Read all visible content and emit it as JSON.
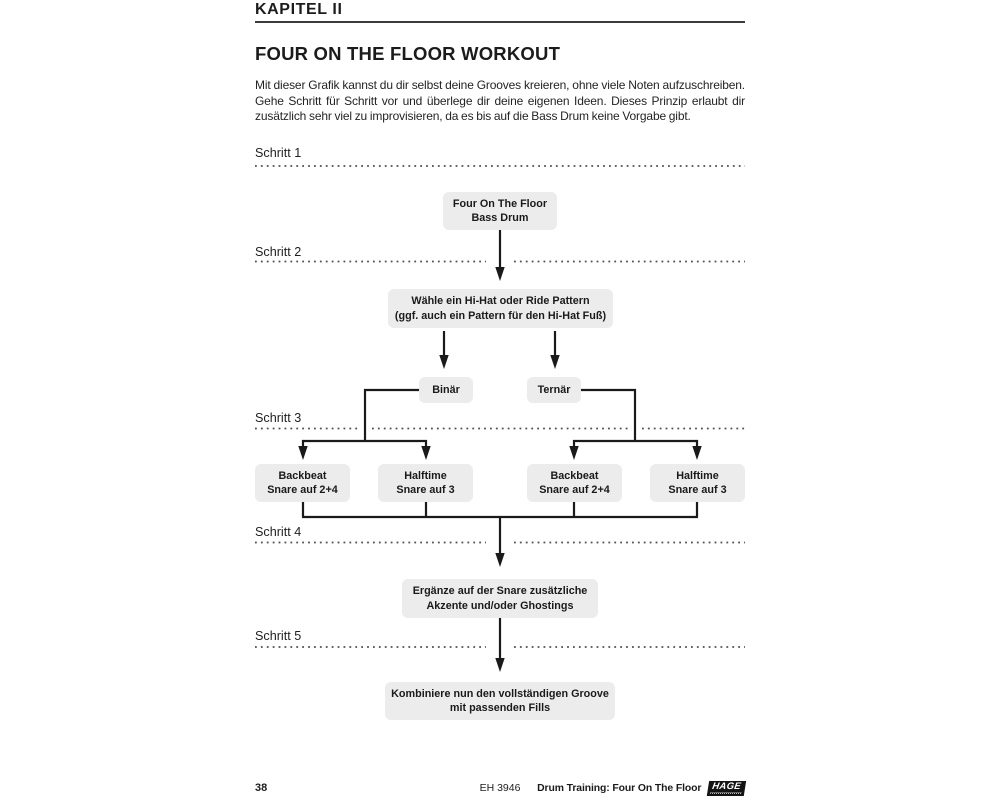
{
  "page": {
    "kicker": "KAPITEL II",
    "title": "FOUR ON THE FLOOR WORKOUT",
    "intro": "Mit dieser Grafik kannst du dir selbst deine Grooves kreieren, ohne viele Noten aufzuschreiben. Gehe Schritt für Schritt vor und überlege dir deine eigenen Ideen. Dieses Prinzip erlaubt dir zusätzlich sehr viel zu improvisieren, da es bis auf die Bass Drum keine Vorgabe gibt."
  },
  "steps": [
    {
      "label": "Schritt 1"
    },
    {
      "label": "Schritt 2"
    },
    {
      "label": "Schritt 3"
    },
    {
      "label": "Schritt 4"
    },
    {
      "label": "Schritt 5"
    }
  ],
  "flowchart": {
    "boxes": {
      "bass_drum": "Four On The Floor\nBass Drum",
      "pattern": "Wähle ein Hi-Hat oder Ride Pattern\n(ggf. auch ein Pattern für den Hi-Hat Fuß)",
      "binar": "Binär",
      "ternar": "Ternär",
      "backbeat_binar": "Backbeat\nSnare auf 2+4",
      "halftime_binar": "Halftime\nSnare auf 3",
      "backbeat_ternar": "Backbeat\nSnare auf 2+4",
      "halftime_ternar": "Halftime\nSnare auf 3",
      "ergaenze": "Ergänze auf der Snare zusätzliche\nAkzente und/oder Ghostings",
      "kombiniere": "Kombiniere nun den vollständigen Groove\nmit passenden Fills"
    }
  },
  "footer": {
    "page_number": "38",
    "catalog": "EH 3946",
    "book_title": "Drum Training: Four On The Floor",
    "publisher_logo": "HAGE"
  },
  "colors": {
    "box_fill": "#ececec",
    "connector_line": "#1a1a1a",
    "dotted_divider": "#4f4f4f"
  }
}
